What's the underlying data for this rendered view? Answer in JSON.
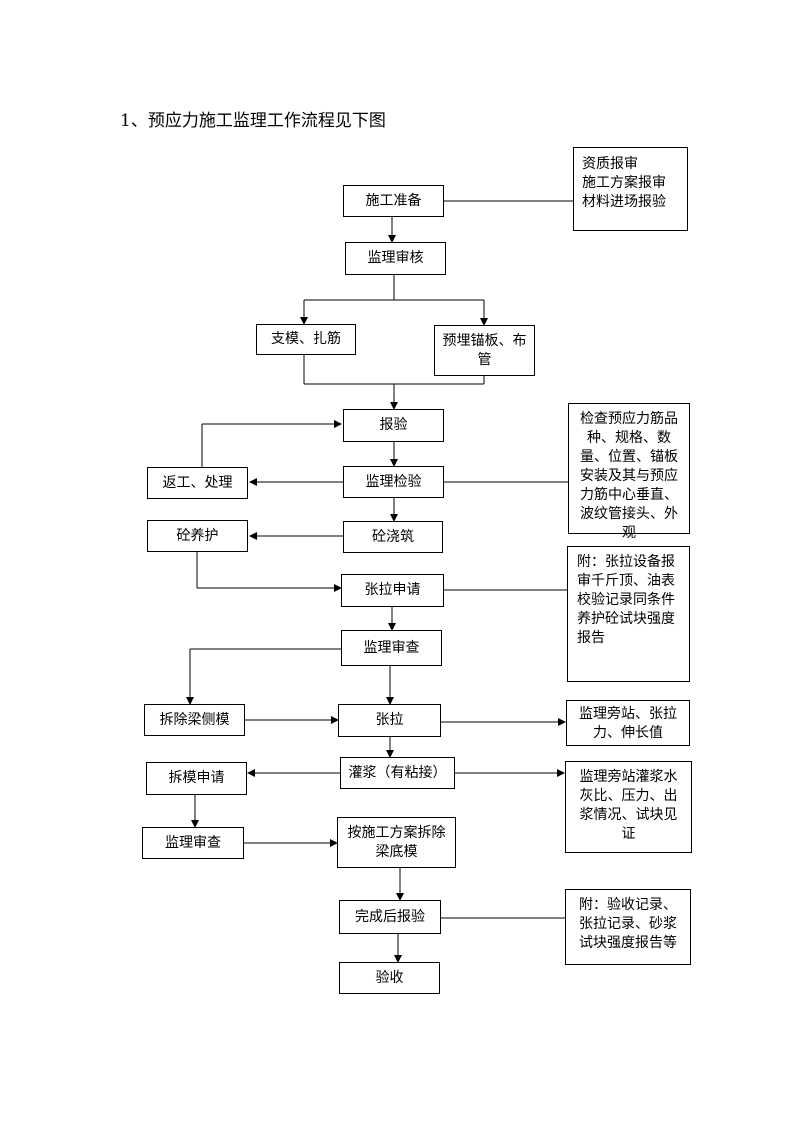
{
  "title": "1、预应力施工监理工作流程见下图",
  "nodes": {
    "prep": "施工准备",
    "audit1": "监理审核",
    "formwork": "支模、扎筋",
    "anchor": "预埋锚板、布管",
    "report": "报验",
    "inspect": "监理检验",
    "rework": "返工、处理",
    "pour": "砼浇筑",
    "cure": "砼养护",
    "tension_apply": "张拉申请",
    "audit2": "监理审查",
    "remove_side": "拆除梁侧模",
    "tension": "张拉",
    "grout": "灌浆（有粘接）",
    "remove_apply": "拆模申请",
    "audit3": "监理审查",
    "remove_bottom": "按施工方案拆除梁底模",
    "finish_report": "完成后报验",
    "accept": "验收"
  },
  "notes": {
    "prep_docs": "资质报审\n施工方案报审\n材料进场报验",
    "inspect_items": "检查预应力筋品种、规格、数量、位置、锚板安装及其与预应力筋中心垂直、波纹管接头、外观",
    "tension_docs": "附：张拉设备报审千斤顶、油表校验记录同条件养护砼试块强度报告",
    "tension_watch": "监理旁站、张拉力、伸长值",
    "grout_watch": "监理旁站灌浆水灰比、压力、出浆情况、试块见证",
    "accept_docs": "附：验收记录、张拉记录、砂浆试块强度报告等"
  },
  "colors": {
    "line": "#000000",
    "background": "#ffffff"
  }
}
